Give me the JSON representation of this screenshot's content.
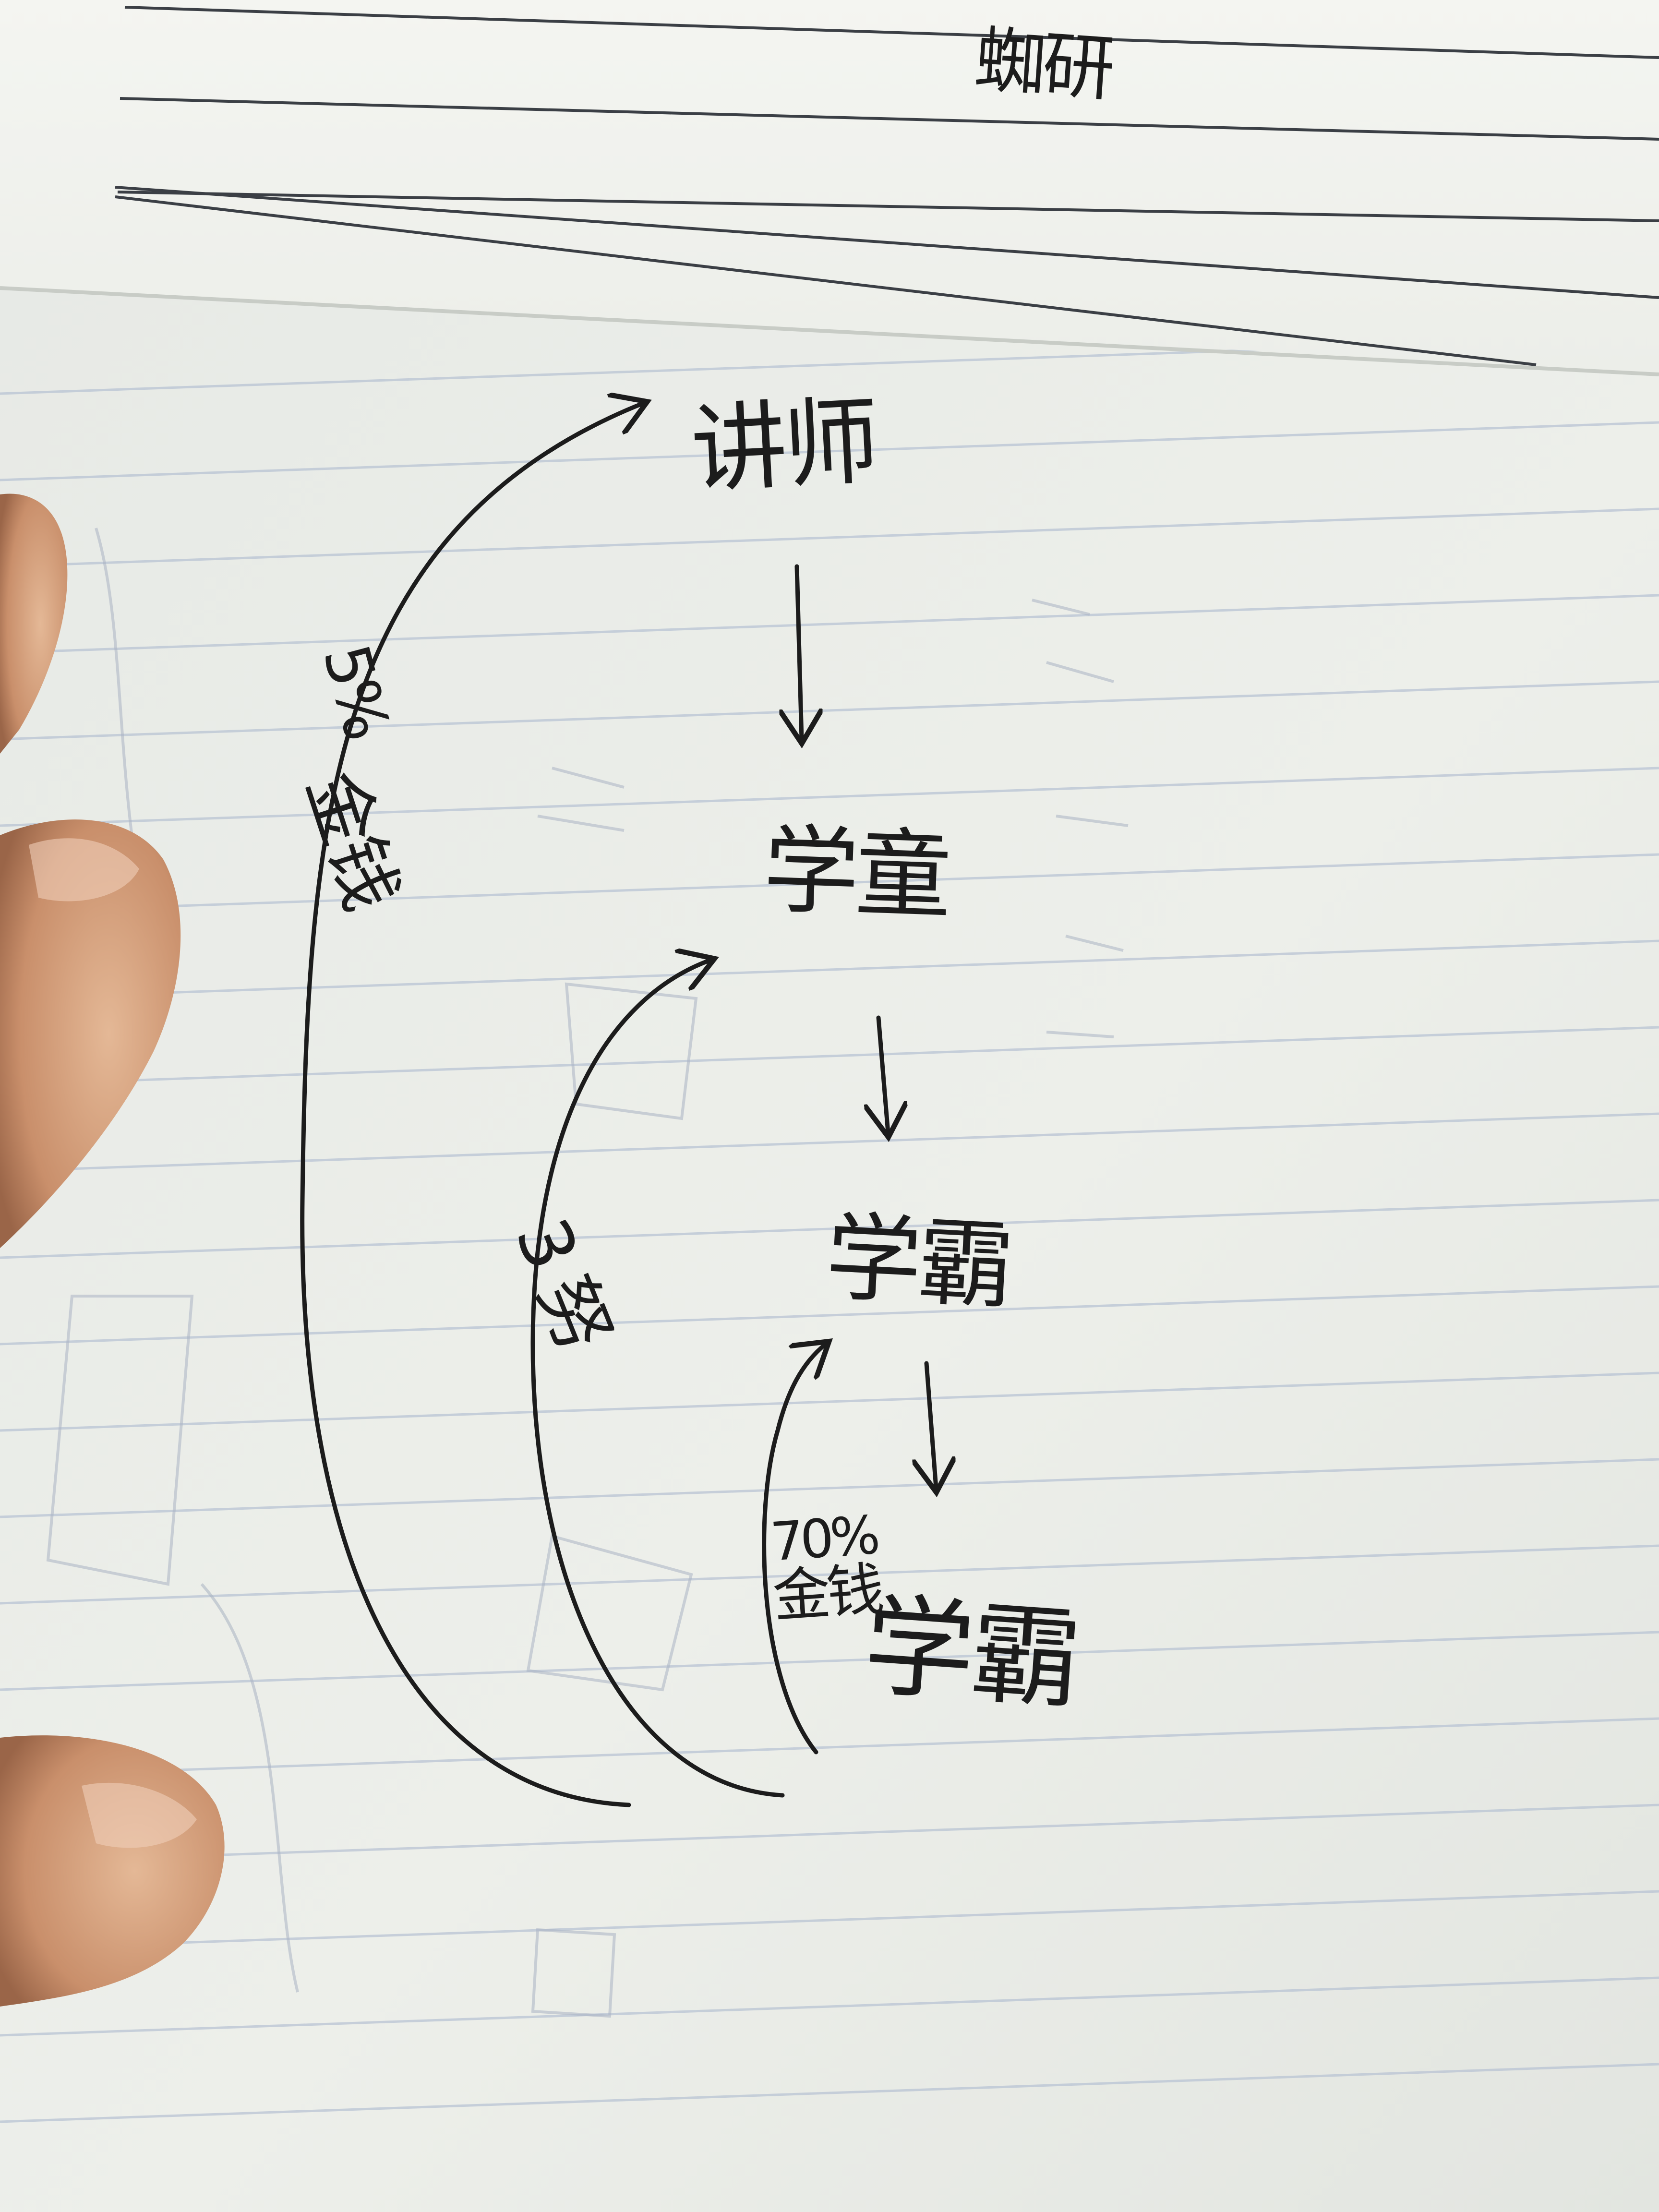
{
  "top_sheet": {
    "scribble": "蜘研"
  },
  "diagram": {
    "nodes": [
      "讲师",
      "学童",
      "学霸",
      "学霸"
    ],
    "left_arc": {
      "percent": "5%",
      "label": "金钱"
    },
    "middle_arc": {
      "label": "3 努"
    },
    "right_arc": {
      "percent": "70%",
      "label": "金钱"
    }
  },
  "colors": {
    "ink": "#1c1c1c",
    "paper_top": "#f2f3ee",
    "paper_bottom": "#e9ebe6",
    "rule_lines": "#b9c4d4",
    "skin": "#d9a784"
  }
}
